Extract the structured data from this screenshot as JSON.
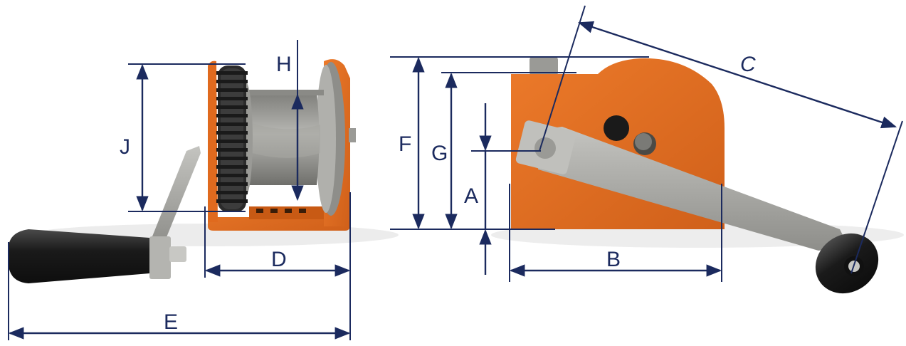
{
  "colors": {
    "dimension_lines": "#1b2a5e",
    "housing_orange": "#e06a1e",
    "drum_grey": "#9c9c98",
    "handle_black": "#1d1d1d",
    "crank_steel": "#a9a9a5"
  },
  "dimensions": {
    "A": "A",
    "B": "B",
    "C": "C",
    "D": "D",
    "E": "E",
    "F": "F",
    "G": "G",
    "H": "H",
    "J": "J"
  }
}
